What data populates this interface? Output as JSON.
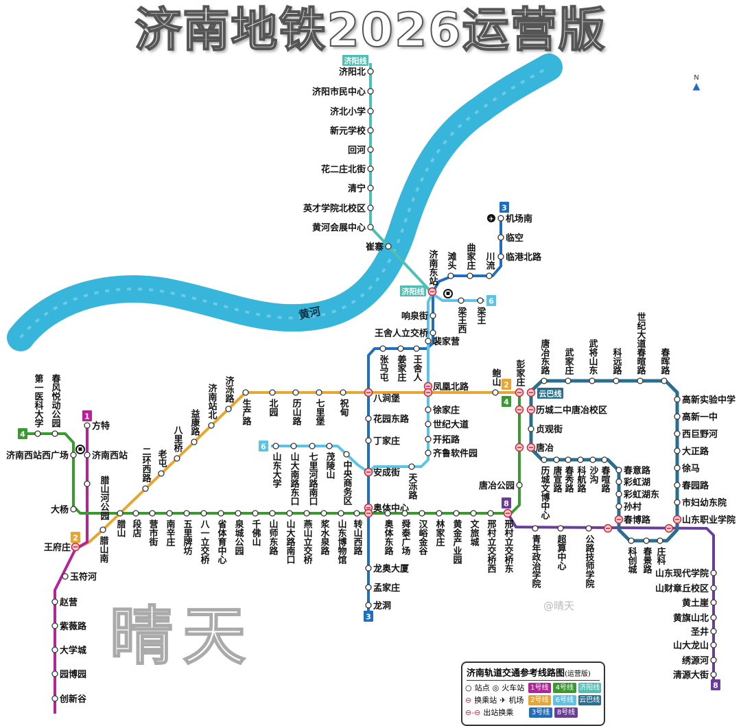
{
  "title": "济南地铁2026运营版",
  "river_label": "黄河",
  "north_label": "N",
  "watermark": "晴天",
  "watermark_handle": "@晴天",
  "lines": [
    {
      "id": "jiyang",
      "badge": "济阳线",
      "color": "#4dbfb4",
      "stations": [
        "济阳北",
        "济阳市民中心",
        "济北小学",
        "新元学校",
        "回河",
        "花二庄北街",
        "清宁",
        "英才学院北校区",
        "黄河会展中心",
        "崔寨",
        "济南东站"
      ]
    },
    {
      "id": "l3",
      "badge": "3",
      "color": "#1f6fc0",
      "stations": [
        "机场南",
        "临空",
        "临港北路",
        "川流",
        "曲家庄",
        "滩头",
        "济南东站",
        "响泉街",
        "王舍人立交桥",
        "王舍人",
        "姜家庄",
        "张马屯",
        "八涧堡",
        "花园东路",
        "丁家庄",
        "安成街",
        "奥体中心",
        "龙奥大厦",
        "孟家庄",
        "龙洞"
      ]
    },
    {
      "id": "l6",
      "badge": "6",
      "color": "#5cc3e6",
      "stations": [
        "梁王",
        "梁王西",
        "济南东站",
        "裴家营",
        "凤凰北路",
        "徐家庄",
        "世纪大道",
        "开拓路",
        "齐鲁软件园",
        "天泺路",
        "安成街",
        "中央商务区",
        "茂陵山",
        "七里河路南口",
        "山大南路东口",
        "山东大学"
      ]
    },
    {
      "id": "l2",
      "badge": "2",
      "color": "#e8a630",
      "stations": [
        "王府庄",
        "腊山南",
        "二环西路",
        "老屯",
        "八里桥",
        "益康路",
        "济南站北",
        "济泺路",
        "生产路",
        "北园",
        "历山路",
        "七里堡",
        "祝甸",
        "八涧堡",
        "凤凰北路",
        "鲍山",
        "彭家庄"
      ]
    },
    {
      "id": "l1",
      "badge": "1",
      "color": "#b5239a",
      "stations": [
        "方特",
        "济南西站",
        "腊山河公园",
        "王府庄",
        "玉符河",
        "赵营",
        "紫薇路",
        "大学城",
        "园博园",
        "创新谷"
      ]
    },
    {
      "id": "l4",
      "badge": "4",
      "color": "#3a9a2f",
      "stations": [
        "第一医科大学",
        "春风悦动公园",
        "济南西站西广场",
        "大杨",
        "腊山",
        "段店",
        "营市街",
        "南辛庄",
        "五里牌坊",
        "八一立交桥",
        "省体育中心",
        "泉城公园",
        "千佛山",
        "山师东路",
        "山大路南口",
        "燕山立交桥",
        "浆水泉路",
        "山东博物馆",
        "转山西路",
        "奥体中心",
        "奥体东路",
        "舜泰广场",
        "汉峪金谷",
        "林家庄",
        "黄金产业园",
        "文旅城",
        "邢村立交桥西",
        "邢村立交桥东",
        "唐冶公园",
        "唐冶",
        "历城二中唐冶校区",
        "彭家庄"
      ]
    },
    {
      "id": "l8",
      "badge": "8",
      "color": "#6a3d9a",
      "stations": [
        "邢村立交桥东",
        "青年政治学院",
        "超算中心",
        "公路技师学院",
        "春博路",
        "山东职业学院",
        "山东现代学院",
        "山财章丘校区",
        "黄土崖",
        "黄旗山北",
        "圣井",
        "山大龙山",
        "绣源河",
        "清源大街"
      ]
    },
    {
      "id": "yunba",
      "badge": "云巴线",
      "color": "#2a6f8f",
      "stations": [
        "彭家庄",
        "唐冶东路",
        "武家庄",
        "武将山东",
        "科远路",
        "世纪大道春暄路",
        "春晖路",
        "高新实验中学",
        "高新一中",
        "西巨野河",
        "大正路",
        "徐马",
        "春园路",
        "市妇幼东院",
        "山东职业学院",
        "庄科",
        "春景路",
        "科创城",
        "春博路",
        "孙村",
        "彩虹湖东",
        "彩虹湖",
        "春意路",
        "春喧路",
        "沙沟",
        "科航路",
        "春秀路",
        "唐宣路",
        "历城文博中心",
        "唐冶",
        "贞观街",
        "历城二中唐冶校区"
      ]
    }
  ],
  "legend": {
    "title": "济南轨道交通参考线路图",
    "subtitle": "(运营版)",
    "symbols": [
      {
        "icon": "station-icon",
        "label": "站点"
      },
      {
        "icon": "railway-station-icon",
        "label": "火车站"
      },
      {
        "icon": "transfer-icon",
        "label": "换乘站"
      },
      {
        "icon": "airport-icon",
        "label": "机场"
      },
      {
        "icon": "out-of-station-transfer-icon",
        "label": "出站换乘"
      }
    ],
    "lines": [
      {
        "label": "1号线",
        "color": "#b5239a"
      },
      {
        "label": "4号线",
        "color": "#3a9a2f"
      },
      {
        "label": "济阳线",
        "color": "#4dbfb4"
      },
      {
        "label": "2号线",
        "color": "#e8a630"
      },
      {
        "label": "6号线",
        "color": "#5cc3e6"
      },
      {
        "label": "云巴线",
        "color": "#2a6f8f"
      },
      {
        "label": "3号线",
        "color": "#1f6fc0"
      },
      {
        "label": "8号线",
        "color": "#6a3d9a"
      }
    ]
  },
  "colors": {
    "river": "#37b5da",
    "transfer": "#c8283c"
  }
}
